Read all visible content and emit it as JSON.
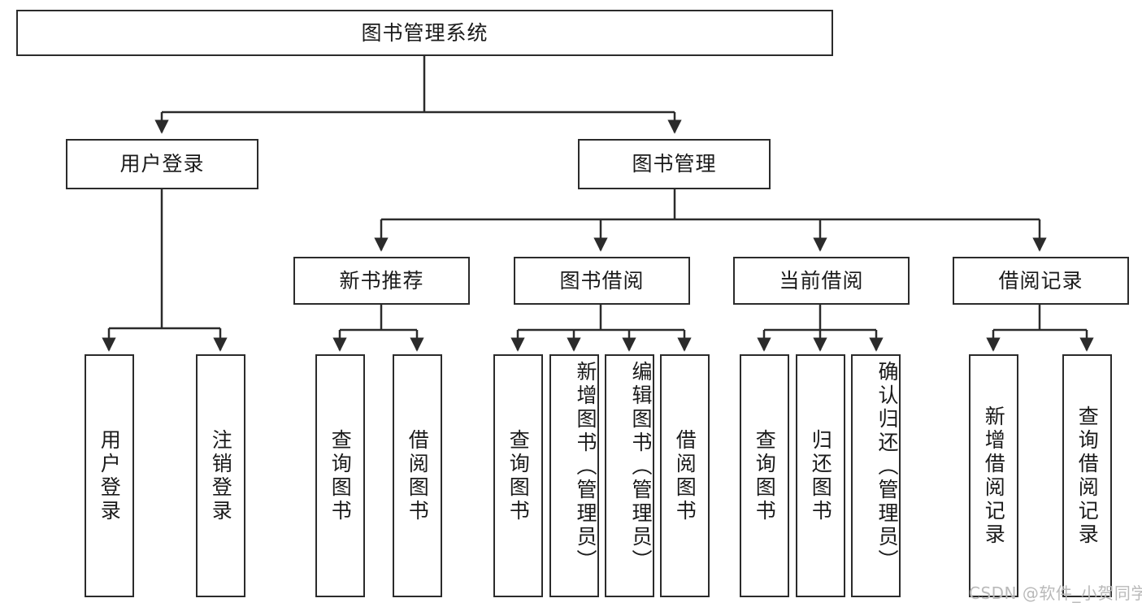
{
  "diagram": {
    "type": "hierarchy-tree",
    "title": "图书管理系统",
    "root": {
      "label": "图书管理系统"
    },
    "level1": [
      {
        "label": "用户登录"
      },
      {
        "label": "图书管理"
      }
    ],
    "level2": [
      {
        "label": "新书推荐",
        "parent": "图书管理"
      },
      {
        "label": "图书借阅",
        "parent": "图书管理"
      },
      {
        "label": "当前借阅",
        "parent": "图书管理"
      },
      {
        "label": "借阅记录",
        "parent": "图书管理"
      }
    ],
    "leaves": {
      "user_login": [
        {
          "label": "用户登录"
        },
        {
          "label": "注销登录"
        }
      ],
      "new_book_recommend": [
        {
          "label": "查询图书"
        },
        {
          "label": "借阅图书"
        }
      ],
      "book_borrow": [
        {
          "label": "查询图书"
        },
        {
          "label": "新增图书（管理员）"
        },
        {
          "label": "编辑图书（管理员）"
        },
        {
          "label": "借阅图书"
        }
      ],
      "current_borrow": [
        {
          "label": "查询图书"
        },
        {
          "label": "归还图书"
        },
        {
          "label": "确认归还（管理员）"
        }
      ],
      "borrow_record": [
        {
          "label": "新增借阅记录"
        },
        {
          "label": "查询借阅记录"
        }
      ]
    }
  },
  "watermark": {
    "text": "CSDN @软件_小贺同学"
  },
  "colors": {
    "stroke": "#2b2b2b",
    "background": "#ffffff",
    "text": "#1a1a1a",
    "watermark": "#b9b9b9"
  }
}
